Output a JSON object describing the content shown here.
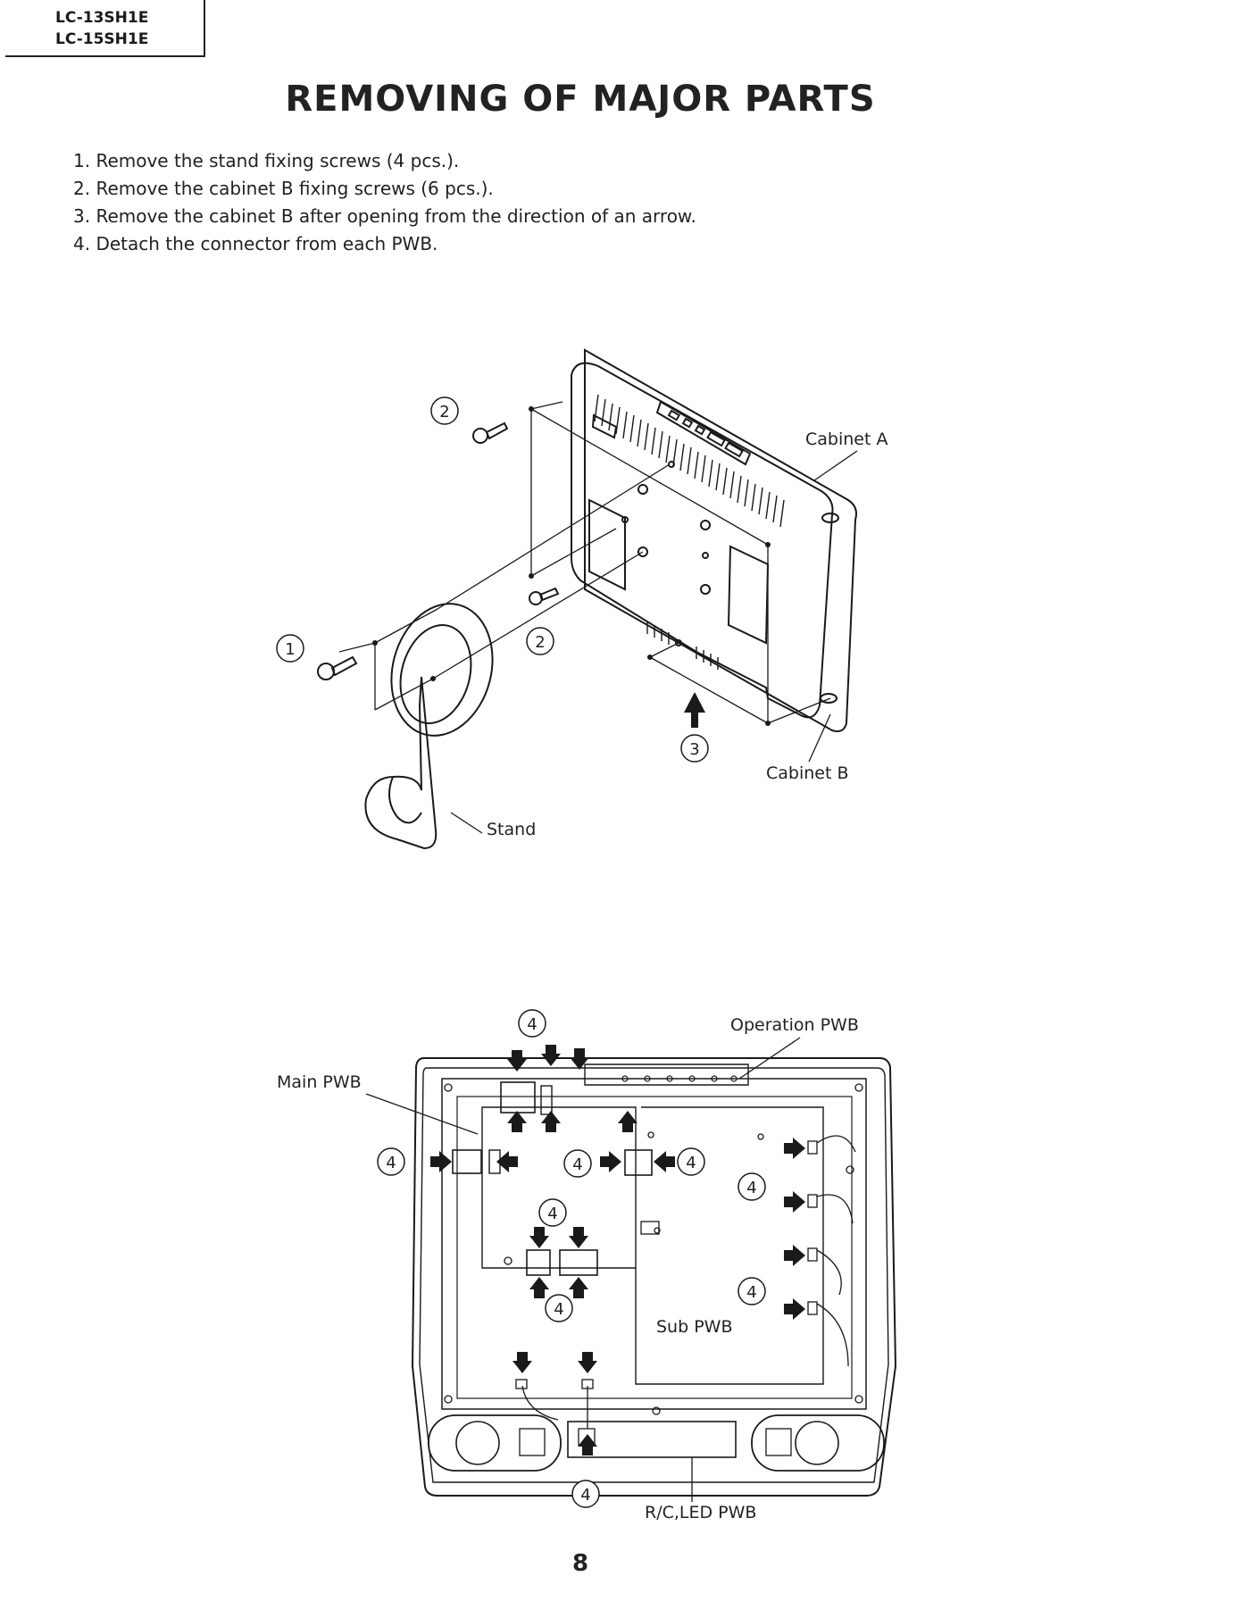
{
  "header": {
    "models": [
      "LC-13SH1E",
      "LC-15SH1E"
    ]
  },
  "title": "REMOVING OF MAJOR PARTS",
  "steps": [
    "1. Remove the stand fixing screws (4 pcs.).",
    "2. Remove the cabinet B fixing screws (6 pcs.).",
    "3. Remove the cabinet B after opening from the direction of an arrow.",
    "4. Detach the connector from each PWB."
  ],
  "figure1": {
    "labels": {
      "cabinet_a": "Cabinet A",
      "cabinet_b": "Cabinet B",
      "stand": "Stand"
    },
    "callouts": [
      "1",
      "2",
      "2",
      "3"
    ]
  },
  "figure2": {
    "labels": {
      "operation_pwb": "Operation PWB",
      "main_pwb": "Main PWB",
      "sub_pwb": "Sub PWB",
      "rc_led_pwb": "R/C,LED PWB"
    },
    "callout": "4"
  },
  "page_number": "8"
}
